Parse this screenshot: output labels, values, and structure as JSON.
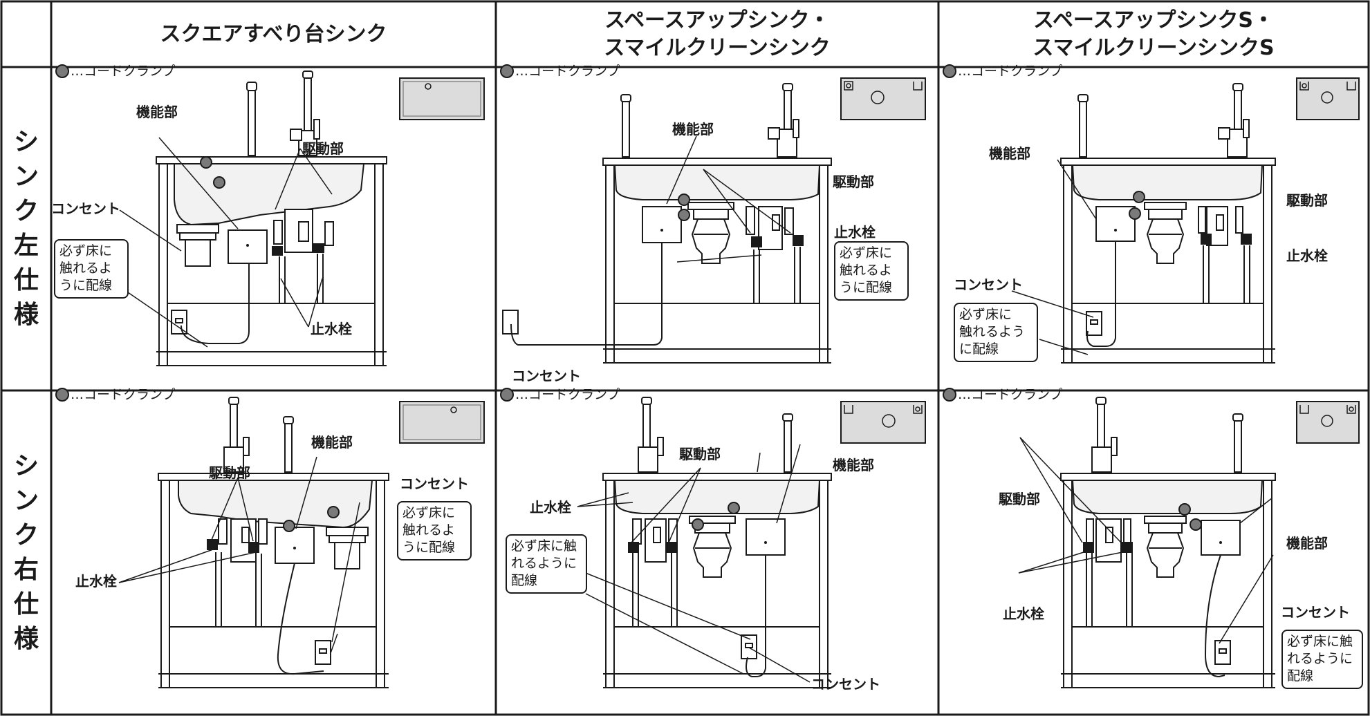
{
  "headers": {
    "col1": [
      "スクエアすべり台シンク"
    ],
    "col2": [
      "スペースアップシンク・",
      "スマイルクリーンシンク"
    ],
    "col3": [
      "スペースアップシンクS・",
      "スマイルクリーンシンクS"
    ]
  },
  "rows": {
    "left": [
      "シ",
      "ン",
      "ク",
      "左",
      "仕",
      "様"
    ],
    "right": [
      "シ",
      "ン",
      "ク",
      "右",
      "仕",
      "様"
    ]
  },
  "labels": {
    "legend": "…コードクランプ",
    "function_unit": "機能部",
    "drive_unit": "駆動部",
    "stop_valve": "止水栓",
    "outlet": "コンセント"
  },
  "notes": {
    "n_a": [
      "必ず床に",
      "触れるよ",
      "うに配線"
    ],
    "n_b": [
      "必ず床に",
      "触れるよう",
      "に配線"
    ],
    "n_c": [
      "必ず床に触",
      "れるように",
      "配線"
    ],
    "n_d": [
      "必ず床に触",
      "れるように",
      "配線"
    ]
  },
  "colors": {
    "line": "#1a1a1a",
    "clamp": "#7a7a7a",
    "thumb_fill": "#dcdcdc",
    "sink_fill": "#f2f2f2"
  }
}
